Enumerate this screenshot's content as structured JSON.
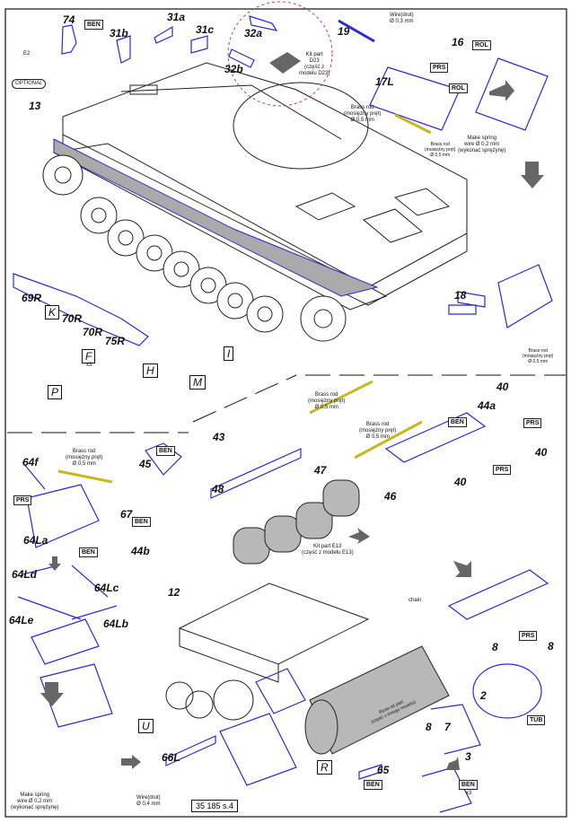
{
  "sheet": {
    "page_number": "35 185 s.4",
    "optional": "OPTIONAL",
    "e2": "E2",
    "parts": {
      "p74": "74",
      "p31a": "31a",
      "p31b": "31b",
      "p31c": "31c",
      "p32a": "32a",
      "p32b": "32b",
      "p13": "13",
      "p19": "19",
      "p16": "16",
      "p17L": "17L",
      "p18": "18",
      "p69R": "69R",
      "p70R_a": "70R",
      "p70R_b": "70R",
      "p75R": "75R",
      "p43": "43",
      "p48": "48",
      "p47": "47",
      "p45": "45",
      "p44b": "44b",
      "p64f": "64f",
      "p64La": "64La",
      "p67": "67",
      "p40_a": "40",
      "p44a": "44a",
      "p40_b": "40",
      "p46": "46",
      "p40_c": "40",
      "p64Ld": "64Ld",
      "p64Lc": "64Lc",
      "p64Le": "64Le",
      "p64Lb": "64Lb",
      "p12": "12",
      "p66L": "66L",
      "p8_a": "8",
      "p8_b": "8",
      "p2": "2",
      "p8_c": "8",
      "p7": "7",
      "p3": "3",
      "p65": "65"
    },
    "letters": {
      "K": "K",
      "F": "F",
      "P": "P",
      "H": "H",
      "M": "M",
      "I": "I",
      "U": "U",
      "R": "R"
    },
    "tags": {
      "ben": "BEN",
      "prs": "PRS",
      "rol": "ROL",
      "tub": "TUB",
      "x3": "x3"
    },
    "notes": {
      "kit_d23": [
        "Kit part",
        "D23",
        "(część z",
        "modelu D23)"
      ],
      "wire_03": [
        "Wire(drut)",
        "Ø 0,3 mm"
      ],
      "brass_rod": [
        "Brass rod",
        "(mosiężny pręt)",
        "Ø 0,5 mm"
      ],
      "spring_02": [
        "Make spring",
        "wire Ø 0,2 mm",
        "(wykonać sprężynę)"
      ],
      "kit_e13": [
        "Kit part E13",
        "(część z modelu E13)"
      ],
      "wire_04": [
        "Wire(drut)",
        "Ø 0,4 mm"
      ],
      "chain": "chain",
      "resin": [
        "Resin kit part",
        "(część z innego modelu)"
      ]
    },
    "colors": {
      "part_blue": "#2a2ad0",
      "brass": "#e8e040",
      "resin_gray": "#b8b8b8",
      "prs_green": "#2a9a2a",
      "rol_magenta": "#d02080"
    }
  }
}
